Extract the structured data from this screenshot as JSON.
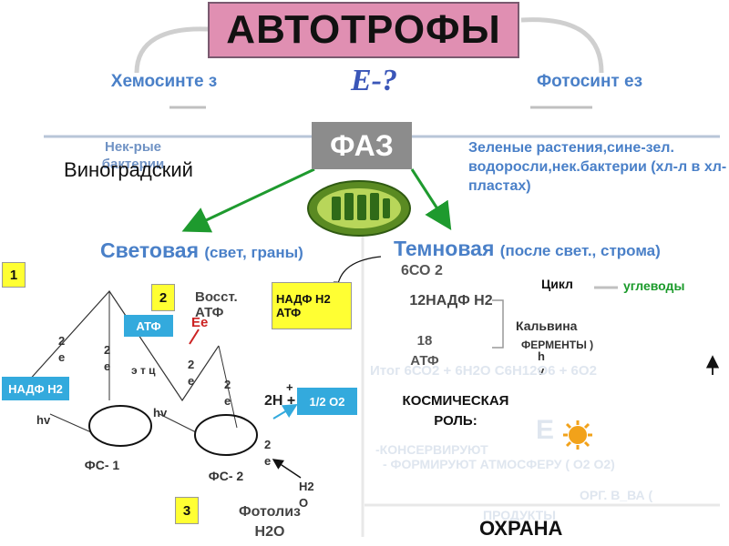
{
  "title": "АВТОТРОФЫ",
  "left_branch": {
    "label": "Хемосинте з",
    "subtitle": "Нек-рые бактерии",
    "overlay": "Виноградский"
  },
  "center_label": "E-?",
  "right_branch": {
    "label": "Фотосинт ез",
    "description": "Зеленые растения,сине-зел. водоросли,нек.бактерии (хл-л в хл-пластах)"
  },
  "faz_label": "ФАЗ",
  "light_phase": {
    "title": "Световая",
    "note": "(свет, граны)"
  },
  "dark_phase": {
    "title": "Темновая",
    "note": "(после свет., строма)"
  },
  "numbers": {
    "n1": "1",
    "n2": "2",
    "n3": "3"
  },
  "boxes": {
    "nadph_atp": "НАДФ Н2 АТФ",
    "atf": "АТФ",
    "nadf_h2": "НАДФ Н2",
    "half_o2": "1/2 О2"
  },
  "light_labels": {
    "vosst_atf": "Восст. АТФ",
    "ee": "Ee",
    "two_e": "2 е",
    "e_chain": "э т ц",
    "hv": "hv",
    "two_h": "2Н +",
    "plus": "+",
    "fs1": "ФС- 1",
    "fs2": "ФС- 2",
    "h2o": "Н2 О",
    "photolysis": "Фотолиз Н2О"
  },
  "dark_labels": {
    "co2": "6СО 2",
    "nadf": "12НАДФ Н2",
    "atf18": "18 АТФ",
    "cycle": "Цикл",
    "carbs": "углеводы",
    "calvin": "Кальвина",
    "enzymes": "ФЕРМЕНТЫ )",
    "hv": "h v",
    "itog": "Итог 6СО2 + 6Н2О С6Н12О6 + 6О2",
    "cosmic": "КОСМИЧЕСКАЯ РОЛЬ:",
    "e_sun": "Е",
    "conserve": "-КОНСЕРВИРУЮТ",
    "atmosphere": "- ФОРМИРУЮТ АТМОСФЕРУ ( О2 О2)",
    "org": "ОРГ. В_ВА (",
    "org2": "ПРОДУКТЫ",
    "protection": "ОХРАНА"
  },
  "colors": {
    "title_bg": "#e08fb2",
    "blue": "#4a80c8",
    "green_arrow": "#1e9a2e",
    "yellow": "#ffff33",
    "cyan": "#33aadd",
    "faz_bg": "#8c8c8c"
  }
}
